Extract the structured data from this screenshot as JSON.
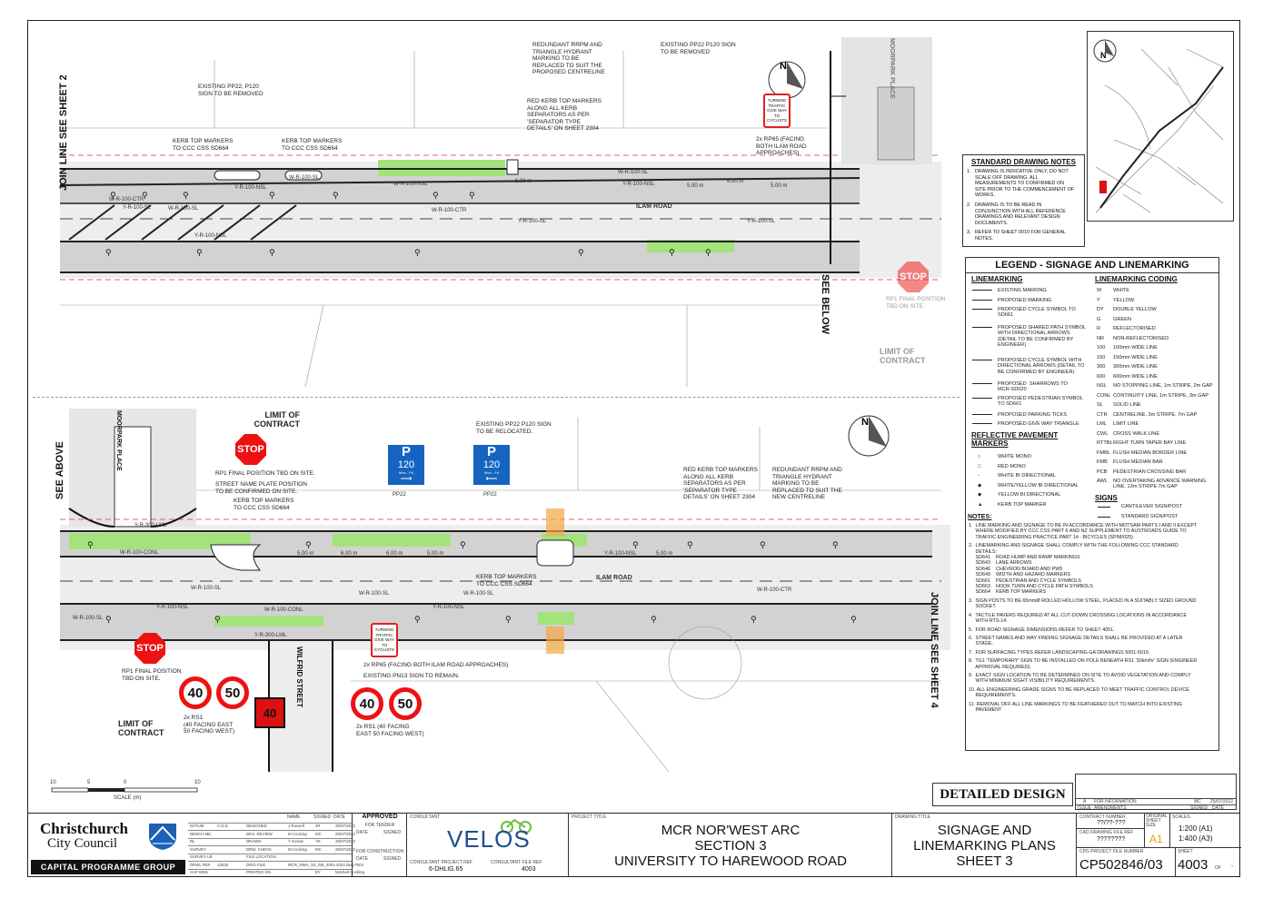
{
  "plan_top": {
    "join_left": "JOIN LINE SEE SHEET 2",
    "see_below": "SEE BELOW",
    "road": "ILAM ROAD",
    "moorpark": "MOORPARK PLACE",
    "limit": "LIMIT OF CONTRACT",
    "stop_text": "STOP",
    "rp1_note": "RP1 FINAL POSITION\nTBD ON SITE.",
    "callouts": [
      "EXISTING PP22, P120\nSIGN TO BE REMOVED",
      "KERB TOP MARKERS\nTO CCC CSS SD664",
      "KERB TOP MARKERS\nTO CCC CSS SD664",
      "REDUNDANT RRPM AND\nTRIANGLE HYDRANT\nMARKING TO BE\nREPLACED TO SUIT THE\nPROPOSED CENTRELINE",
      "RED KERB TOP MARKERS\nALONG ALL KERB\nSEPARATORS AS PER\n'SEPARATOR TYPE\nDETAILS' ON SHEET 2304",
      "EXISTING PP22 P120 SIGN\nTO BE REMOVED",
      "2x RP65 (FACING\nBOTH ILAM ROAD\nAPPROACHES)"
    ],
    "marks": [
      "W-R-100-SL",
      "Y-R-100-NSL",
      "W-R-100-NSL",
      "W-R-100-CTR",
      "Y-R-100-SL",
      "W-R-100-SL",
      "Y-R-100-NSL",
      "W-R-100-CTR",
      "Y-R-100-SL",
      "W-R-100-SL",
      "Y-R-100-NSL",
      "Y-R-100-SL"
    ],
    "dims": [
      "5.00 m",
      "6.00 m",
      "5.00 m",
      "5.00 m"
    ],
    "turn_sign": "TURNING\nTRAFFIC\nGIVE WAY\nTO\nCYCLISTS"
  },
  "plan_bottom": {
    "see_above": "SEE ABOVE",
    "join_right": "JOIN LINE SEE SHEET 4",
    "road": "ILAM ROAD",
    "moorpark": "MOORPARK PLACE",
    "wilfrid": "WILFRID STREET",
    "limit_top": "LIMIT OF\nCONTRACT",
    "limit_bot": "LIMIT OF\nCONTRACT",
    "stop_text": "STOP",
    "p_letter": "P",
    "p_num": "120",
    "p_sub": "Mon - Fri",
    "pp22": "PP22",
    "speed": [
      "40",
      "50"
    ],
    "callouts": [
      "RP1 FINAL POSITION TBD ON SITE.",
      "STREET NAME PLATE POSITION\nTO BE CONFIRMED ON SITE.",
      "KERB TOP MARKERS\nTO CCC CSS SD664",
      "EXISTING PP22 P120 SIGN\nTO BE RELOCATED.",
      "RED KERB TOP MARKERS\nALONG ALL KERB\nSEPARATORS AS PER\n'SEPARATOR TYPE\nDETAILS' ON SHEET 2304",
      "REDUNDANT RRPM AND\nTRIANGLE HYDRANT\nMARKING TO BE\nREPLACED TO SUIT THE\nNEW CENTRELINE",
      "KERB TOP MARKERS\nTO CCC CSS SD664",
      "RP1 FINAL POSITION\nTBD ON SITE.",
      "2x RP65 (FACING BOTH ILAM ROAD APPROACHES)",
      "EXISTING PN13 SIGN TO  REMAIN.",
      "2x RS1\n(40 FACING EAST\n50 FACING WEST)",
      "2x RS1 (40 FACING\nEAST 50 FACING WEST)"
    ],
    "marks": [
      "W-R-100-CONL",
      "Y-R-300-LML",
      "W-R-100-SL",
      "Y-R-100-NSL",
      "W-R-100-SL",
      "W-R-100-CONL",
      "Y-R-100-NSL",
      "W-R-100-CTR",
      "Y-R-100-NSL",
      "W-R-100-SL",
      "W-R-100-SL",
      "Y-R-300-LML"
    ],
    "dims": [
      "5.00 m",
      "6.00 m",
      "6.00 m",
      "5.00 m",
      "5.00 m"
    ],
    "turn_sign": "TURNING\nTRAFFIC\nGIVE WAY\nTO\nCYCLISTS"
  },
  "notes_box": {
    "title": "STANDARD DRAWING NOTES",
    "items": [
      "1.   DRAWING IS INDICATIVE ONLY, DO NOT\n      SCALE OFF DRAWING. ALL\n      MEASUREMENTS TO CONFIRMED ON\n      SITE PRIOR TO THE COMMENCEMENT OF\n      WORKS.",
      "2.   DRAWING IS TO BE READ IN\n      CONJUNCTION WITH ALL REFERENCE\n      DRAWINGS AND RELEVANT DESIGN\n      DOCUMENTS.",
      "3.   REFER TO SHEET 0010 FOR GENERAL\n      NOTES."
    ]
  },
  "legend": {
    "title": "LEGEND - SIGNAGE AND LINEMARKING",
    "lm_head": "LINEMARKING",
    "lm_items": [
      "EXISTING MARKING",
      "PROPOSED MARKING",
      "PROPOSED CYCLE SYMBOL TO\nSD661",
      "PROPOSED SHARED PATH SYMBOL\nWITH DIRECTIONAL ARROWS\n(DETAIL TO BE CONFIRMED BY\nENGINEER)",
      "PROPOSED CYCLE SYMBOL WITH\nDIRECTIONAL ARROWS (DETAIL TO\nBE CONFIRMED BY ENGINEER)",
      "PROPOSED  SHARROWS TO\nMCR-SD020",
      "PROPOSED PEDESTRIAN SYMBOL\nTO SD661",
      "PROPOSED PARKING TICKS",
      "PROPOSED GIVE WAY TRIANGLE"
    ],
    "code_head": "LINEMARKING CODING",
    "codes": [
      [
        "W",
        "WHITE"
      ],
      [
        "Y",
        "YELLOW"
      ],
      [
        "DY",
        "DOUBLE YELLOW"
      ],
      [
        "G",
        "GREEN"
      ],
      [
        "R",
        "REFLECTORISED"
      ],
      [
        "NR",
        "NON-REFLECTORISED"
      ],
      [
        "100",
        "100mm WIDE LINE"
      ],
      [
        "150",
        "150mm WIDE LINE"
      ],
      [
        "300",
        "300mm WIDE LINE"
      ],
      [
        "600",
        "600mm WIDE LINE"
      ],
      [
        "NSL",
        "NO STOPPING LINE, 1m STRIPE, 2m GAP"
      ],
      [
        "CONL",
        "CONTINUITY LINE, 1m STRIPE, 3m GAP"
      ],
      [
        "SL",
        "SOLID LINE"
      ],
      [
        "CTR",
        "CENTRELINE, 3m STRIPE, 7m GAP"
      ],
      [
        "LML",
        "LIMIT LINE"
      ],
      [
        "CWL",
        "CROSS WALK LINE"
      ],
      [
        "RTTBL",
        "RIGHT TURN TAPER BAY LINE"
      ],
      [
        "FMBL",
        "FLUSH MEDIAN BORDER LINE"
      ],
      [
        "FMB",
        "FLUSH MEDIAN BAR"
      ],
      [
        "PCB",
        "PEDESTRIAN CROSSING BAR"
      ],
      [
        "AWL",
        "NO OVERTAKING ADVANCE WARNING\nLINE, 13m STRIPE 7m GAP"
      ]
    ],
    "rpm_head": "REFLECTIVE PAVEMENT\nMARKERS",
    "rpm_items": [
      "WHITE MONO",
      "RED MONO",
      "WHITE BI DIRECTIONAL",
      "WHITE/YELLOW BI DIRECTIONAL",
      "YELLOW BI DIRECTIONAL",
      "KERB TOP MARKER"
    ],
    "signs_head": "SIGNS",
    "signs_items": [
      "CANTILEVER SIGN/POST",
      "STANDARD SIGN/POST"
    ],
    "notes_head": "NOTES:",
    "notes": [
      "1.  LINE MARKING AND SIGNAGE TO BE IN ACCORDANCE WITH MOTSAM PARTS I AND II EXCEPT\n     WHERE MODIFIED BY CCC CSS PART 6 AND NZ SUPPLEMENT TO AUSTROADS GUIDE TO\n     TRAFFIC ENGINEERING PRACTICE PART 14 : BICYCLES (SP/M/025).",
      "2.  LINEMARKING AND SIGNAGE SHALL COMPLY WITH THE FOLLOWING CCC STANDARD\n     DETAILS:\n     SD641    ROAD HUMP AND RAMP MARKINGS\n     SD643    LANE ARROWS\n     SD646    CHEVRON BOARD AND PW5\n     SD649    WIDTH AND HAZARD MARKERS\n     SD661    PEDESTRIAN AND CYCLE SYMBOLS\n     SD663    HOOK TURN AND CYCLE PATH SYMBOLS\n     SD664    KERB TOP MARKERS",
      "3.  SIGN POSTS TO BE 65mmØ ROLLED HOLLOW STEEL, PLACED IN A SUITABLY SIZED GROUND\n     SOCKET.",
      "4.  TACTILE PAVERS REQUIRED AT ALL CUT-DOWN CROSSING LOCATIONS IN ACCORDANCE\n     WITH RTS-14.",
      "5.  FOR ROAD SIGNAGE DIMENSIONS REFER TO SHEET 4051.",
      "6.  STREET NAMES AND WAY FINDING SIGNAGE DETAILS SHALL BE PROVIDED AT A LATER\n     STAGE.",
      "7.  FOR SURFACING TYPES REFER LANDSCAPING GA DRAWINGS 5001-5016.",
      "8.  TG1 'TEMPORARY' SIGN TO BE INSTALLED ON POLE BENEATH RS1 '30km/hr' SIGN (ENGINEER\n     APPROVAL REQUIRED).",
      "9.  EXACT SIGN LOCATION TO BE DETERMINED ON SITE TO AVOID VEGETATION AND COMPLY\n     WITH MINIMUM SIGHT VISIBILITY REQUIREMENTS.",
      "10. ALL ENGINEERING GRADE SIGNS TO BE REPLACED TO MEET TRAFFIC CONTROL DEVICE\n     REQUIREMENTS.",
      "11. REMOVAL OFF ALL LINE MARKINGS TO BE FEATHERED OUT TO MATCH INTO EXISTING\n     PAVEMENT"
    ]
  },
  "scale_bar": {
    "ticks": [
      "10",
      "5",
      "0",
      "10"
    ],
    "label": "SCALE (m)"
  },
  "detailed_design": "DETAILED DESIGN",
  "revision": {
    "rev": "A",
    "desc": "FOR INFORMATION",
    "by": "MC",
    "date": "25/07/2022",
    "h_issue": "ISSUE",
    "h_amend": "AMENDMENTS",
    "h_signed": "SIGNED",
    "h_date": "DATE"
  },
  "title_block": {
    "council_1": "Christchurch",
    "council_2": "City Council",
    "group": "CAPITAL PROGRAMME GROUP",
    "rows": [
      [
        "DATUM",
        "C.D.D",
        "DESIGNED",
        "J Russell",
        "JR",
        "25/07/2022"
      ],
      [
        "BENCH MK.",
        "",
        "DES. REVIEW",
        "M Cocking",
        "MC",
        "25/07/2022"
      ],
      [
        "RL",
        "",
        "DRAWN",
        "Y Kumar",
        "YK",
        "25/07/2022"
      ],
      [
        "SURVEY",
        "",
        "DRW. CHECK",
        "M Cocking",
        "MC",
        "25/07/2022"
      ],
      [
        "SURVEY LB",
        "",
        "FILE LOCATION",
        "",
        "",
        ""
      ],
      [
        "DRWL REF.",
        "10533",
        "DWG FILE",
        "MCR_NWA_S3_SM_4001-4022.dwg #003",
        "",
        ""
      ],
      [
        "SAP WBS",
        "",
        "PRINTED ON",
        "",
        "BY",
        "Mitchell Cocking"
      ]
    ],
    "col_heads": [
      "NAME",
      "SIGNED",
      "DATE"
    ],
    "approved": "APPROVED",
    "for_tender": "FOR TENDER",
    "for_construction": "FOR CONSTRUCTION",
    "date_lbl": "DATE",
    "signed_lbl": "SIGNED",
    "consultant_lbl": "CONSULTANT",
    "consultant_ref_lbl": "CONSULTANT PROJECT REF",
    "consultant_ref": "6-DHLIG.65",
    "consultant_file_lbl": "CONSULTANT FILE REF",
    "consultant_file": "4003",
    "velos": "VELOS",
    "project_lbl": "PROJECT TITLE",
    "project": [
      "MCR NOR'WEST ARC",
      "SECTION 3",
      "UNIVERSITY TO HAREWOOD ROAD"
    ],
    "drawing_lbl": "DRAWING TITLE",
    "drawing": [
      "SIGNAGE AND",
      "LINEMARKING PLANS",
      "SHEET 3"
    ],
    "contract_lbl": "CONTRACT NUMBER",
    "contract": "??/??-???",
    "cad_lbl": "CAD DRAWING FILE REF",
    "cad": "????????",
    "orig_lbl": "ORIGINAL\nSHEET\nSIZE",
    "orig": "A1",
    "scales_lbl": "SCALES",
    "scale1": "1:200 (A1)",
    "scale2": "1:400 (A3)",
    "cpg_lbl": "CPG PROJECT FILE NUMBER",
    "cpg": "CP502846/03",
    "sheet_lbl": "SHEET",
    "sheet": "4003",
    "of": "OF",
    "of_val": "-"
  },
  "colors": {
    "green": "#a4e37c",
    "road": "#d9d9d9",
    "blue": "#1565c0",
    "red": "#e11111"
  }
}
